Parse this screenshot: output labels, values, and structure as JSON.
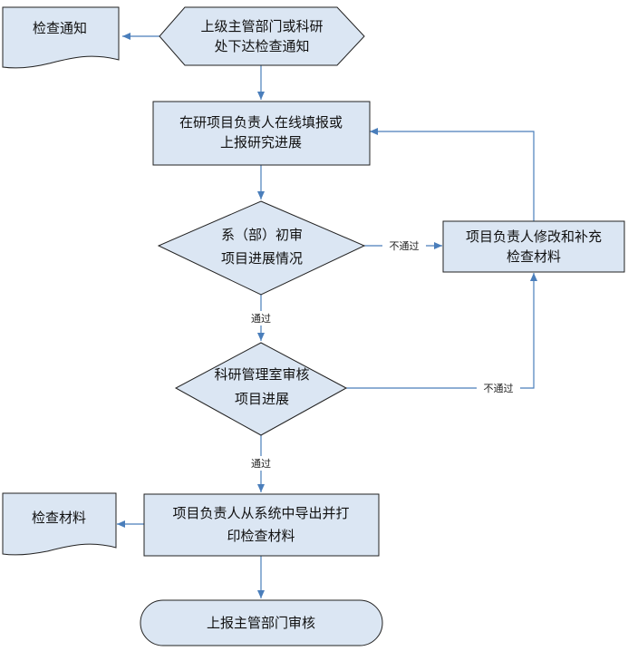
{
  "colors": {
    "node_fill": "#dbe6f3",
    "node_stroke": "#222222",
    "edge": "#4a7ebb",
    "label_bg": "#ffffff"
  },
  "nodes": {
    "start_notice": [
      "上级主管部门或科研",
      "处下达检查通知"
    ],
    "doc_notice": [
      "检查通知"
    ],
    "fill_report": [
      "在研项目负责人在线填报或",
      "上报研究进展"
    ],
    "dept_review": [
      "系（部）初审",
      "项目进展情况"
    ],
    "revise": [
      "项目负责人修改和补充",
      "检查材料"
    ],
    "office_review": [
      "科研管理室审核",
      "项目进展"
    ],
    "export_print": [
      "项目负责人从系统中导出并打",
      "印检查材料"
    ],
    "doc_material": [
      "检查材料"
    ],
    "end_submit": [
      "上报主管部门审核"
    ]
  },
  "edges": {
    "dept_fail": "不通过",
    "dept_pass": "通过",
    "office_fail": "不通过",
    "office_pass": "通过"
  }
}
